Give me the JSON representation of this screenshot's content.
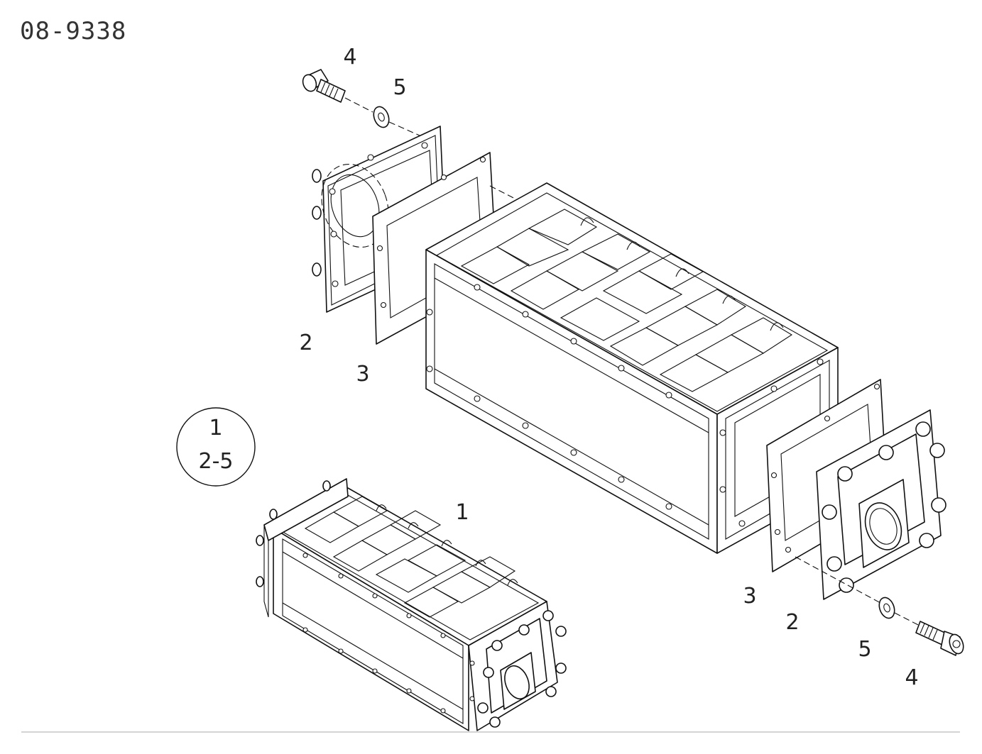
{
  "drawing_number": "08-9338",
  "callouts": {
    "top_bolt": "4",
    "top_washer": "5",
    "top_cover": "2",
    "top_gasket": "3",
    "assembly": "1",
    "bottom_gasket": "3",
    "bottom_cover": "2",
    "bottom_washer": "5",
    "bottom_bolt": "4"
  },
  "legend_circle": {
    "top": "1",
    "bottom": "2-5"
  }
}
